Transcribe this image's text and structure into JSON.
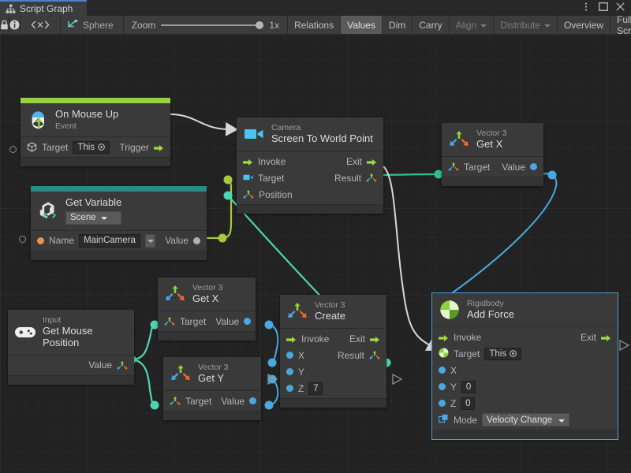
{
  "window": {
    "tab_title": "Script Graph",
    "tab_icon": "script-graph-icon",
    "controls": [
      "more-options-icon",
      "maximize-icon",
      "close-icon"
    ]
  },
  "toolbar": {
    "lock_icon": "lock-icon",
    "info_icon": "info-icon",
    "code_icon": "code-brackets-icon",
    "object_icon": "graph-object-icon",
    "object_name": "Sphere",
    "zoom_label": "Zoom",
    "zoom_value": "1x",
    "zoom_slider_pct": 100,
    "buttons": [
      {
        "label": "Relations",
        "active": false,
        "dim": false,
        "dropdown": false
      },
      {
        "label": "Values",
        "active": true,
        "dim": false,
        "dropdown": false
      },
      {
        "label": "Dim",
        "active": false,
        "dim": false,
        "dropdown": false
      },
      {
        "label": "Carry",
        "active": false,
        "dim": false,
        "dropdown": false
      },
      {
        "label": "Align",
        "active": false,
        "dim": true,
        "dropdown": true
      },
      {
        "label": "Distribute",
        "active": false,
        "dim": true,
        "dropdown": true
      },
      {
        "label": "Overview",
        "active": false,
        "dim": false,
        "dropdown": false
      },
      {
        "label": "Full Screen",
        "active": false,
        "dim": false,
        "dropdown": false
      }
    ]
  },
  "colors": {
    "accent_event": "#96d14a",
    "accent_variable": "#2a8a8a",
    "flow_wire": "#d8d8d8",
    "vector_wire": "#3dd1a0",
    "float_wire": "#4aa8e0",
    "object_wire": "#a5c83c",
    "selection": "#4a9fd4",
    "canvas_bg": "#222222"
  },
  "nodes": {
    "on_mouse_up": {
      "sub": "On Mouse Up",
      "title": "Event",
      "icon": "mouse-event-icon",
      "accent": "#96d14a",
      "rows": [
        {
          "label": "Target",
          "value": "This",
          "value_kind": "object-field",
          "out_label": "Trigger",
          "out_kind": "flow"
        }
      ]
    },
    "get_variable": {
      "sub": "Get Variable",
      "title": "Scene",
      "icon": "unity-variable-icon",
      "accent": "#2a8a8a",
      "rows": [
        {
          "label": "Name",
          "value": "MainCamera",
          "out_label": "Value"
        }
      ]
    },
    "screen_to_world": {
      "sub": "Camera",
      "title": "Screen To World Point",
      "icon": "camera-icon",
      "rows": [
        {
          "label": "Invoke",
          "out_label": "Exit"
        },
        {
          "label": "Target",
          "out_label": "Result"
        },
        {
          "label": "Position",
          "out_label": ""
        }
      ]
    },
    "vector3_getx_top": {
      "sub": "Vector 3",
      "title": "Get X",
      "icon": "vector3-icon",
      "rows": [
        {
          "label": "Target",
          "out_label": "Value"
        }
      ]
    },
    "vector3_getx_mid": {
      "sub": "Vector 3",
      "title": "Get X",
      "icon": "vector3-icon",
      "rows": [
        {
          "label": "Target",
          "out_label": "Value"
        }
      ]
    },
    "vector3_gety": {
      "sub": "Vector 3",
      "title": "Get Y",
      "icon": "vector3-icon",
      "rows": [
        {
          "label": "Target",
          "out_label": "Value"
        }
      ]
    },
    "get_mouse_position": {
      "sub": "Input",
      "title": "Get Mouse Position",
      "icon": "gamepad-icon",
      "rows": [
        {
          "label": "",
          "out_label": "Value"
        }
      ]
    },
    "vector3_create": {
      "sub": "Vector 3",
      "title": "Create",
      "icon": "vector3-icon",
      "rows": [
        {
          "label": "Invoke",
          "out_label": "Exit"
        },
        {
          "label": "X",
          "value": "",
          "out_label": "Result"
        },
        {
          "label": "Y",
          "value": "",
          "out_label": ""
        },
        {
          "label": "Z",
          "value": "7",
          "out_label": ""
        }
      ]
    },
    "add_force": {
      "sub": "Rigidbody",
      "title": "Add Force",
      "icon": "rigidbody-icon",
      "selected": true,
      "rows": [
        {
          "label": "Invoke",
          "out_label": "Exit"
        },
        {
          "label": "Target",
          "value": "This",
          "value_kind": "object-field"
        },
        {
          "label": "X",
          "value": ""
        },
        {
          "label": "Y",
          "value": "0"
        },
        {
          "label": "Z",
          "value": "0"
        },
        {
          "label": "Mode",
          "value": "Velocity Change",
          "value_kind": "enum"
        }
      ]
    }
  }
}
